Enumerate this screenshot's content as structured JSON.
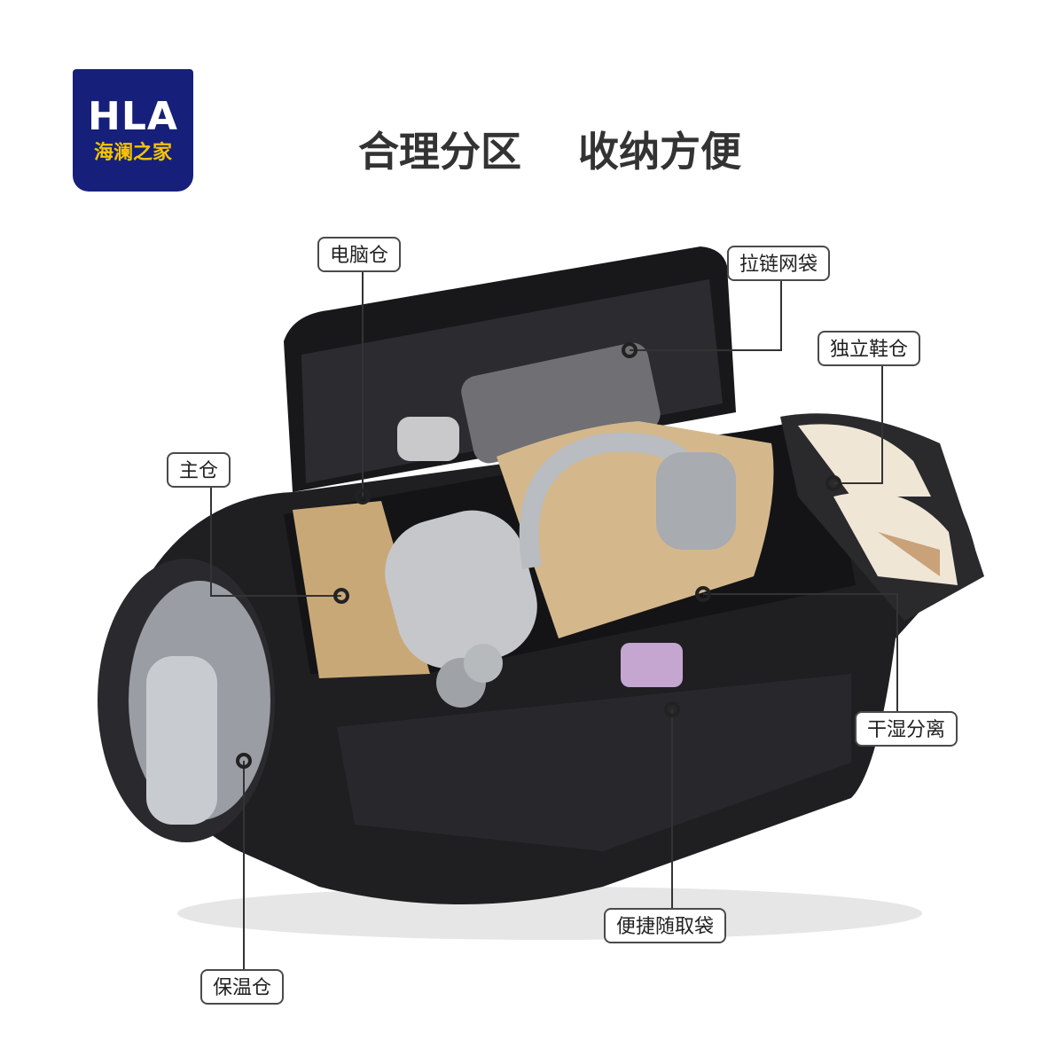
{
  "brand": {
    "logo_text": "HLA",
    "logo_subtext": "海澜之家"
  },
  "headline": "合理分区    收纳方便",
  "labels": {
    "laptop": "电脑仓",
    "zip_mesh": "拉链网袋",
    "shoe": "独立鞋仓",
    "main": "主仓",
    "dry_wet": "干湿分离",
    "quick_pocket": "便捷随取袋",
    "insulated": "保温仓"
  },
  "colors": {
    "logo_bg": "#16207a",
    "logo_sub": "#f5c400",
    "bag": "#1f1f22",
    "interior": "#c9a878"
  }
}
